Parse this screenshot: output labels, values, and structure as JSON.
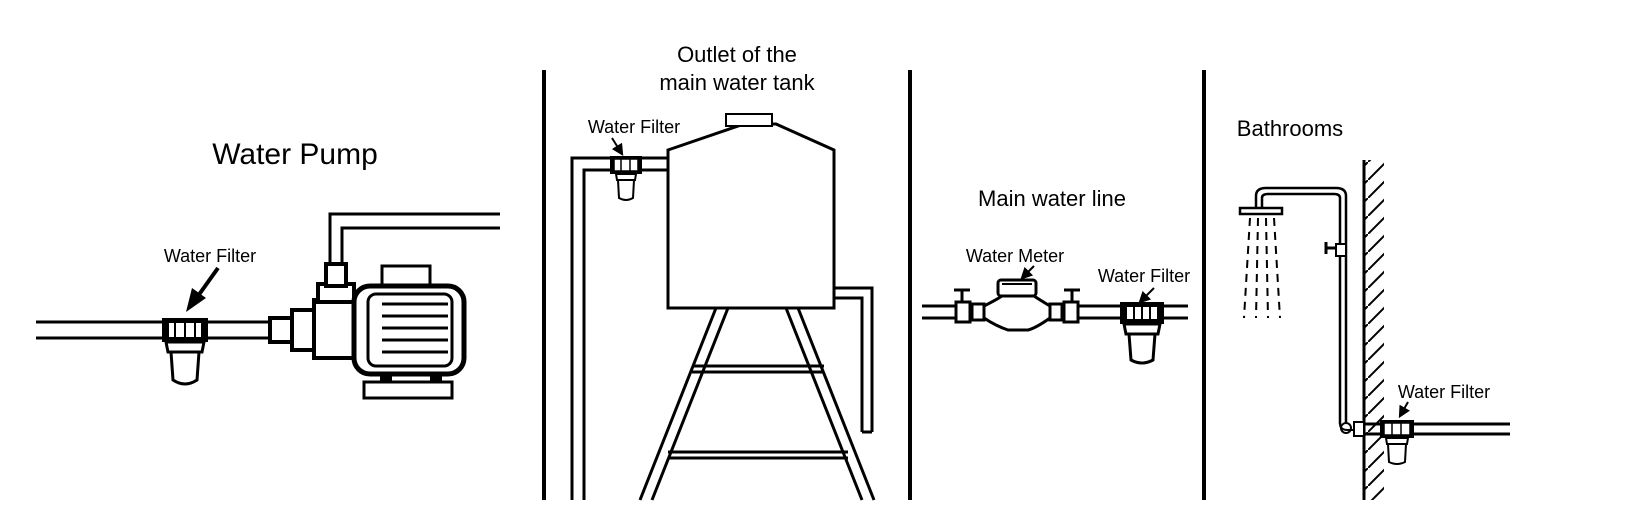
{
  "panels": [
    {
      "id": "pump",
      "title": "Water Pump",
      "filter_label": "Water Filter"
    },
    {
      "id": "tank",
      "title_lines": [
        "Outlet of the",
        "main water tank"
      ],
      "filter_label": "Water Filter"
    },
    {
      "id": "mainline",
      "title": "Main water line",
      "meter_label": "Water Meter",
      "filter_label": "Water Filter"
    },
    {
      "id": "bathroom",
      "title": "Bathrooms",
      "filter_label": "Water Filter"
    }
  ],
  "colors": {
    "ink": "#000000",
    "background": "#ffffff"
  },
  "icons": [
    "water-pump-icon",
    "water-tank-icon",
    "water-meter-icon",
    "shower-head-icon",
    "water-filter-icon",
    "valve-icon"
  ]
}
